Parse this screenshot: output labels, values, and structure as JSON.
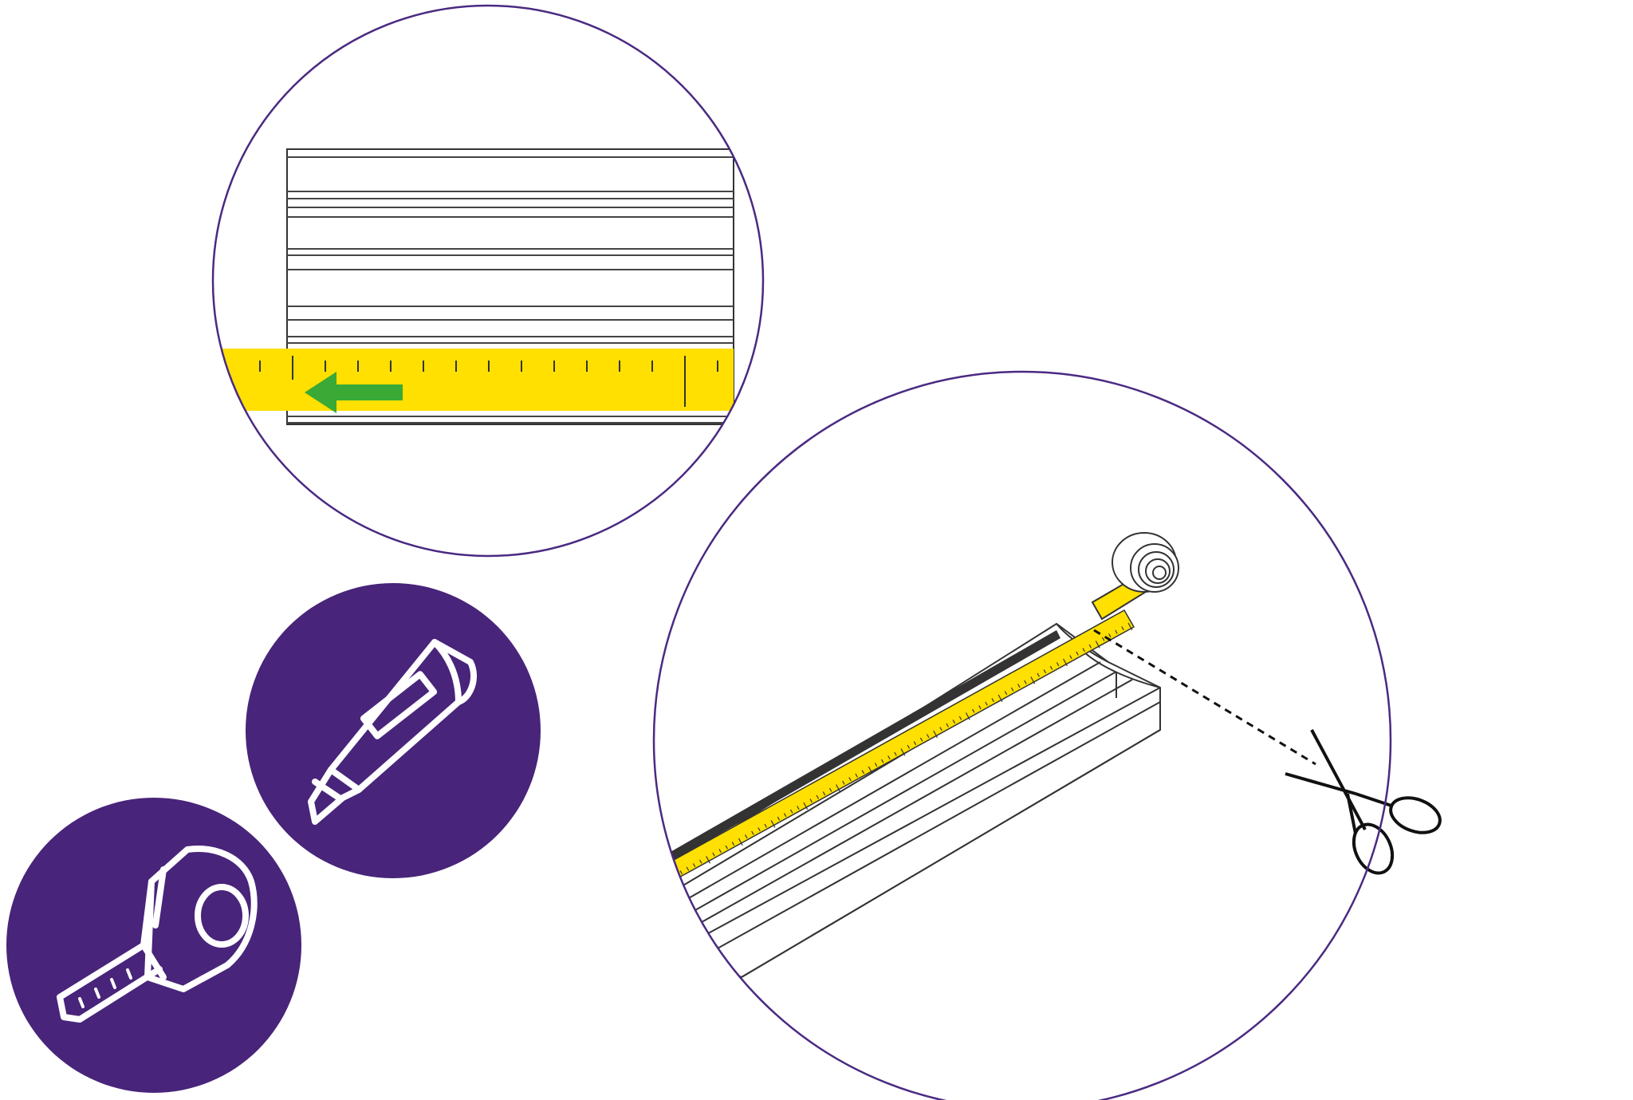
{
  "colors": {
    "circle_outline": "#4a2a82",
    "badge_fill": "#48247a",
    "tape_yellow": "#ffe000",
    "arrow_green": "#3aa935",
    "line_dark": "#222222",
    "background": "#ffffff"
  },
  "panels": {
    "top_detail": {
      "content": "tape-measure-along-profile",
      "arrow_direction": "left"
    },
    "cut_detail": {
      "content": "tape-applied-to-profile-cut-with-scissors"
    }
  },
  "badges": [
    {
      "icon": "utility-knife-icon"
    },
    {
      "icon": "tape-measure-icon"
    }
  ]
}
